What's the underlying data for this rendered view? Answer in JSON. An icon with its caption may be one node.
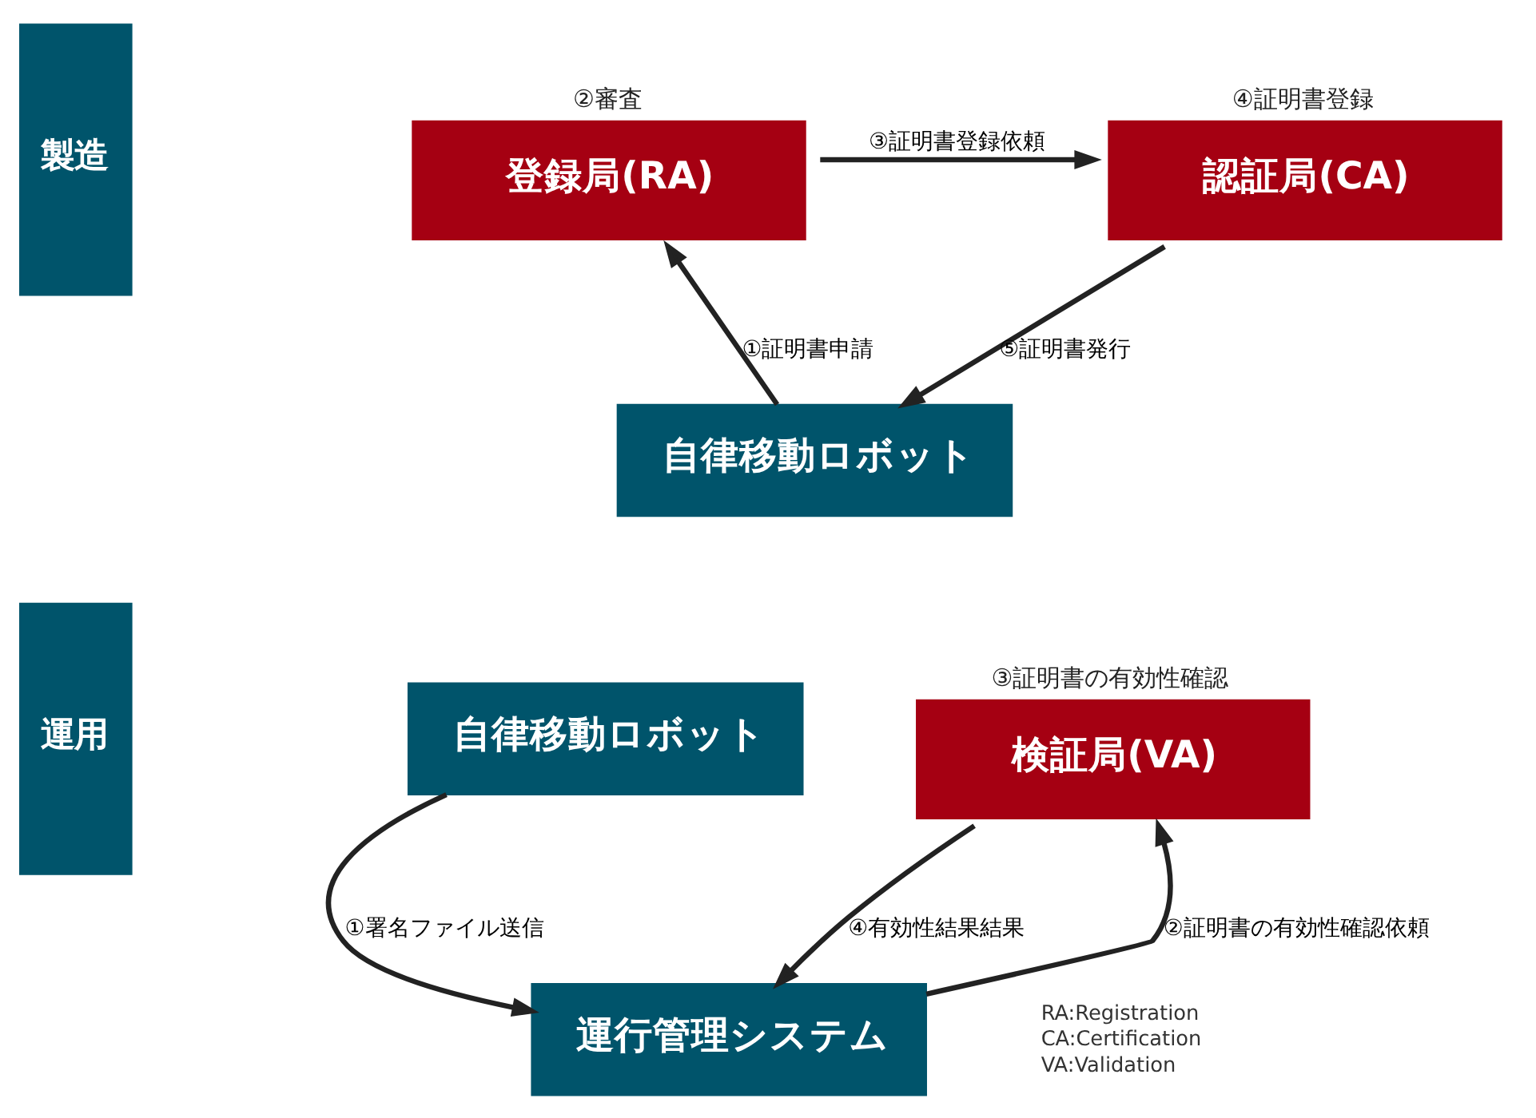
{
  "diagram": {
    "nodes": [
      {
        "text": [
          "製造"
        ]
      },
      {
        "text": [
          "登録局(RA)"
        ],
        "beside": [
          "②審査"
        ]
      },
      {
        "text": [
          "認証局(CA)"
        ],
        "beside": [
          "④証明書登録"
        ]
      },
      {
        "text": [
          "自律移動ロボット"
        ]
      },
      {
        "text": [
          "運用"
        ]
      },
      {
        "text": [
          "自律移動ロボット"
        ]
      },
      {
        "text": [
          "検証局(VA)"
        ],
        "beside": [
          "③証明書の有効性確認"
        ]
      },
      {
        "text": [
          "運行管理システム"
        ]
      }
    ],
    "edges": [
      {
        "from": 3,
        "to": 1,
        "arrow": "to",
        "label": "①証明書申請"
      },
      {
        "from": 1,
        "to": 2,
        "arrow": "to",
        "label": "③証明書登録依頼"
      },
      {
        "from": 2,
        "to": 3,
        "arrow": "to",
        "label": "⑤証明書発行"
      },
      {
        "from": 5,
        "to": 7,
        "arrow": "to",
        "label": "①署名ファイル送信"
      },
      {
        "from": 7,
        "to": 6,
        "arrow": "to",
        "label": "②証明書の有効性確認依頼"
      },
      {
        "from": 6,
        "to": 7,
        "arrow": "to",
        "label": "④有効性結果結果"
      }
    ],
    "labels": [
      "RA:Registration",
      "CA:Certification",
      "VA:Validation"
    ]
  }
}
